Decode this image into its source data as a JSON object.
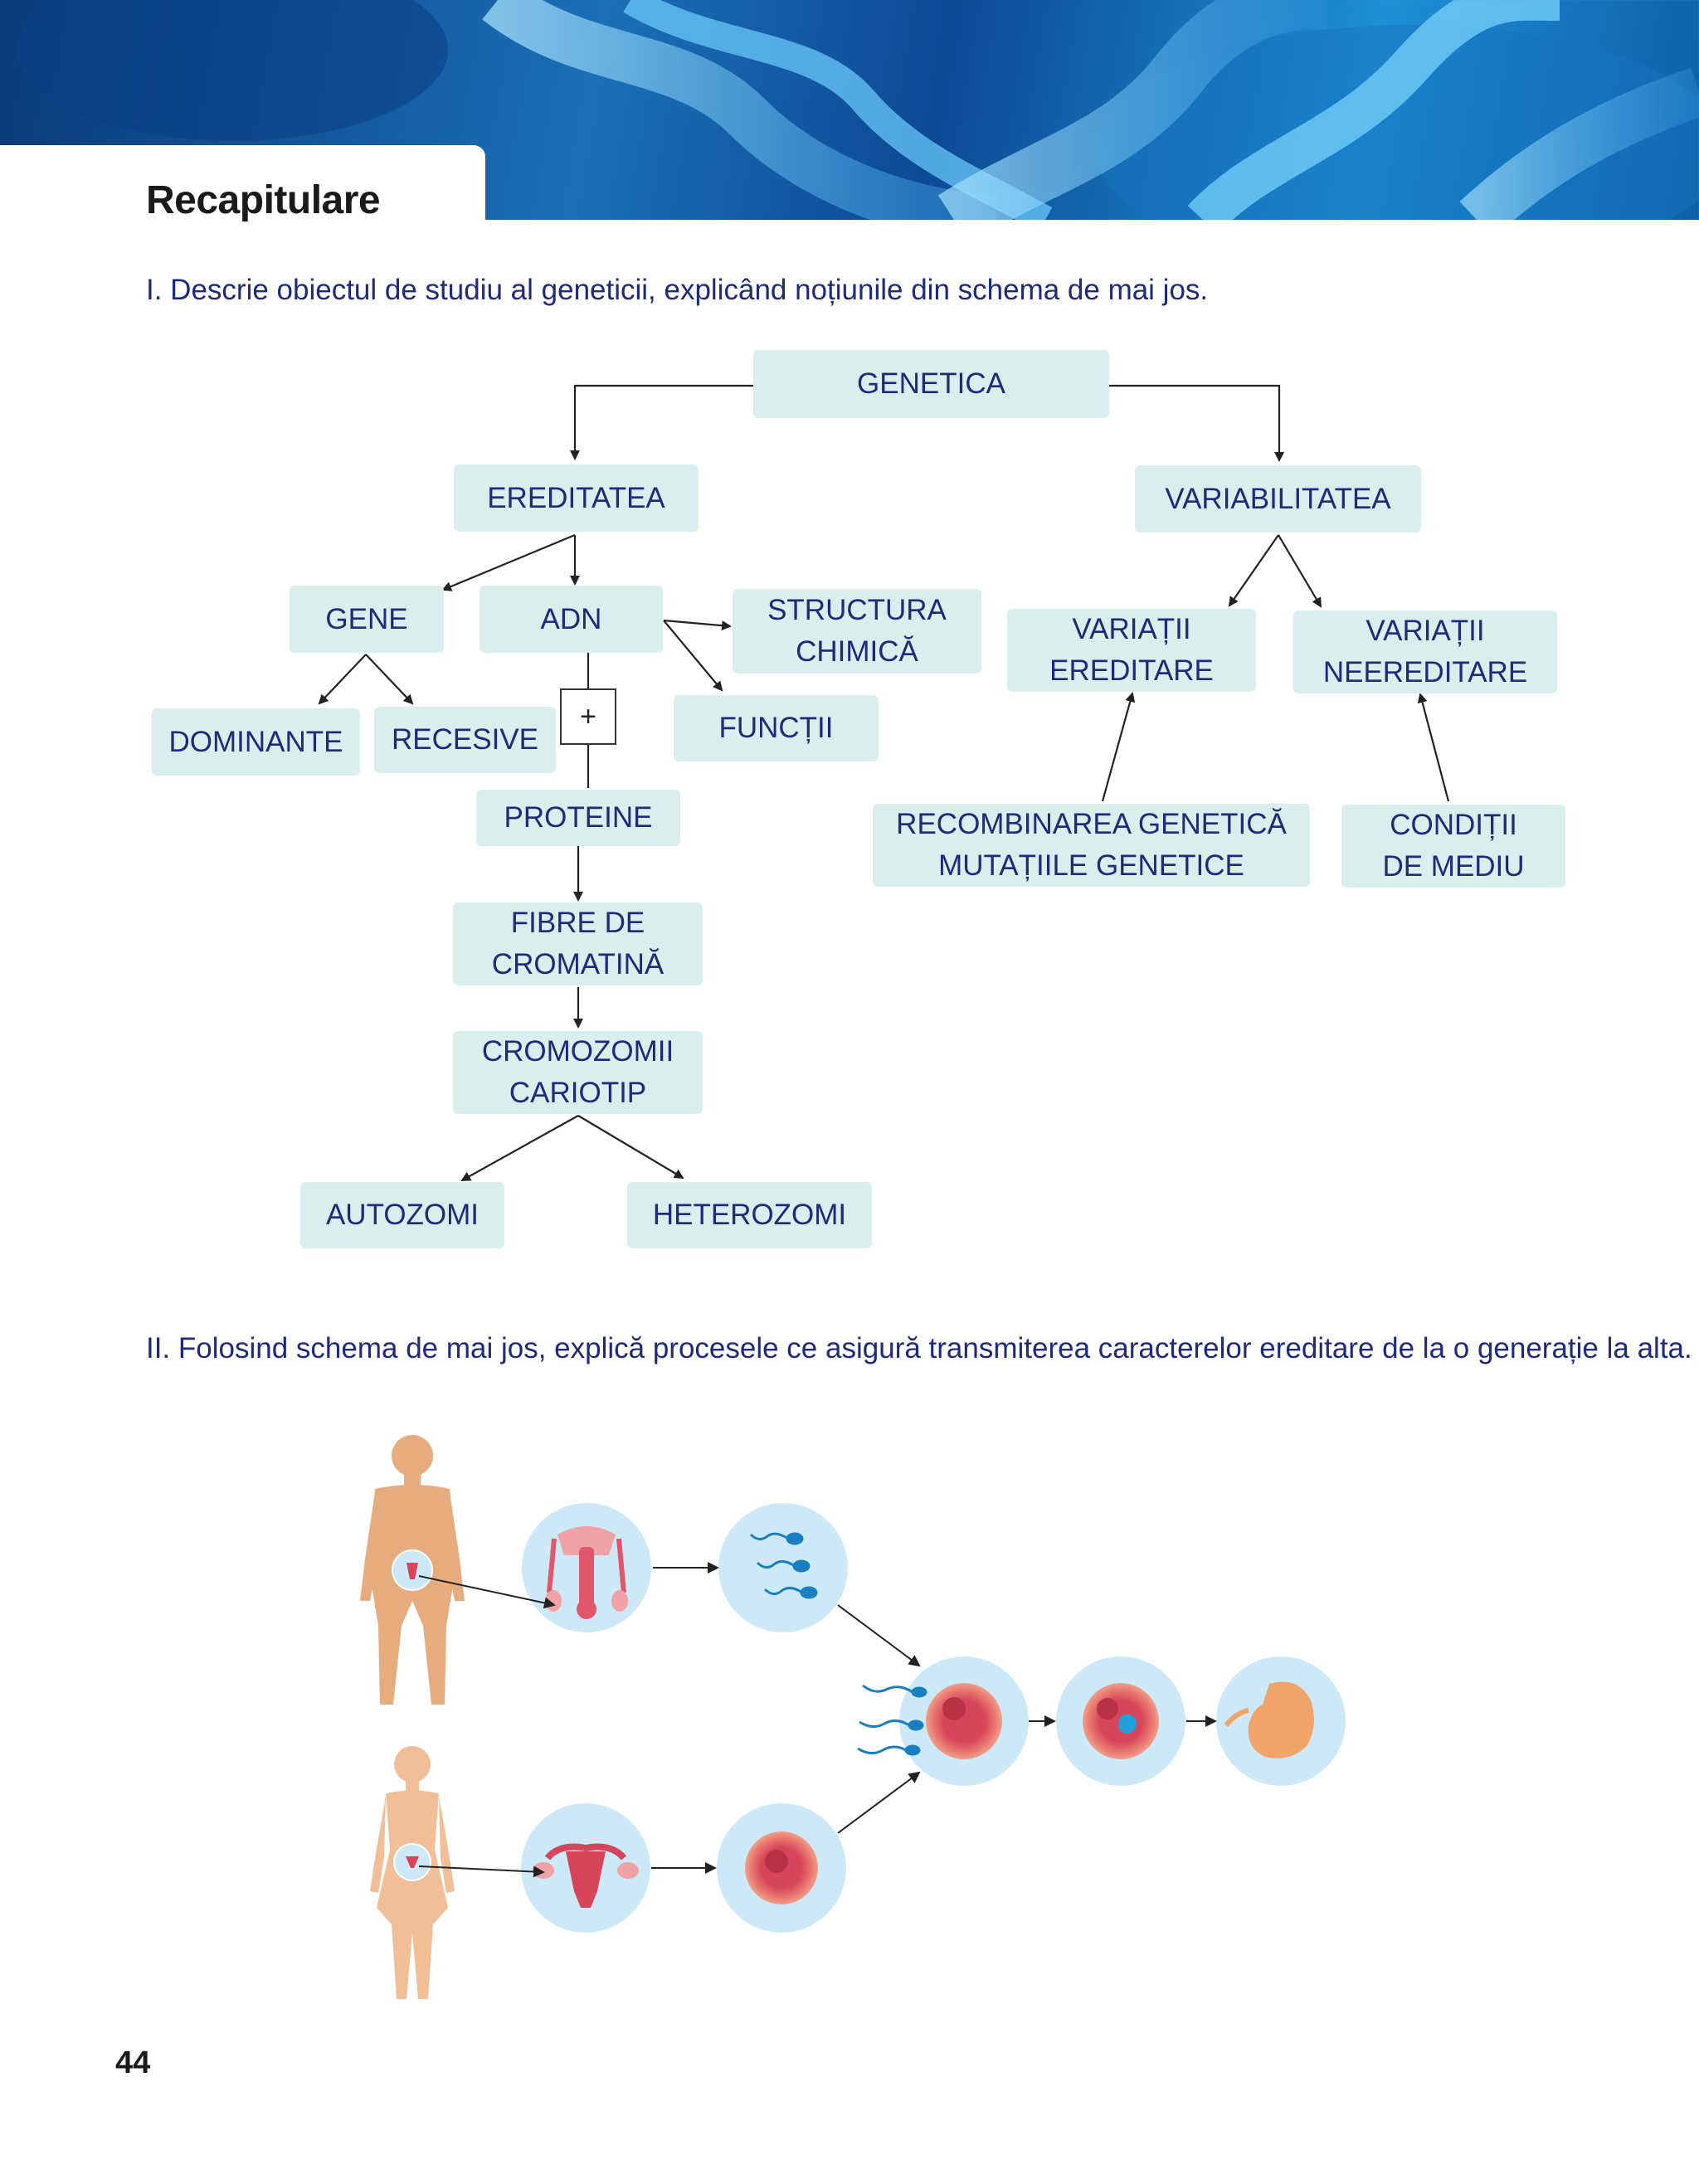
{
  "header": {
    "title": "Recapitulare"
  },
  "question1": "I. Descrie obiectul de studiu al geneticii, explicând noțiunile din schema de mai jos.",
  "question2": "II. Folosind schema de mai jos, explică procesele ce asigură transmiterea caracterelor ereditare de la o generație la alta.",
  "diagram": {
    "genetica": "GENETICA",
    "ereditatea": "EREDITATEA",
    "variabilitatea": "VARIABILITATEA",
    "gene": "GENE",
    "adn": "ADN",
    "structura": "STRUCTURA\nCHIMICĂ",
    "functii": "FUNCȚII",
    "dominante": "DOMINANTE",
    "recesive": "RECESIVE",
    "plus": "+",
    "proteine": "PROTEINE",
    "fibre": "FIBRE DE\nCROMATINĂ",
    "cromozomii": "CROMOZOMII\nCARIOTIP",
    "autozomi": "AUTOZOMI",
    "heterozomi": "HETEROZOMI",
    "variatii_ereditare": "VARIAȚII\nEREDITARE",
    "variatii_neereditare": "VARIAȚII\nNEEREDITARE",
    "recombinarea": "RECOMBINAREA GENETICĂ\nMUTAȚIILE GENETICE",
    "conditii": "CONDIȚII\nDE MEDIU"
  },
  "page_number": "44",
  "colors": {
    "box_fill": "#daeeee",
    "text_blue": "#1f2a7a",
    "circle_fill": "#cde9f7",
    "skin": "#e8b083",
    "organ_red": "#d6455a",
    "sperm_blue": "#1a7fc0"
  }
}
